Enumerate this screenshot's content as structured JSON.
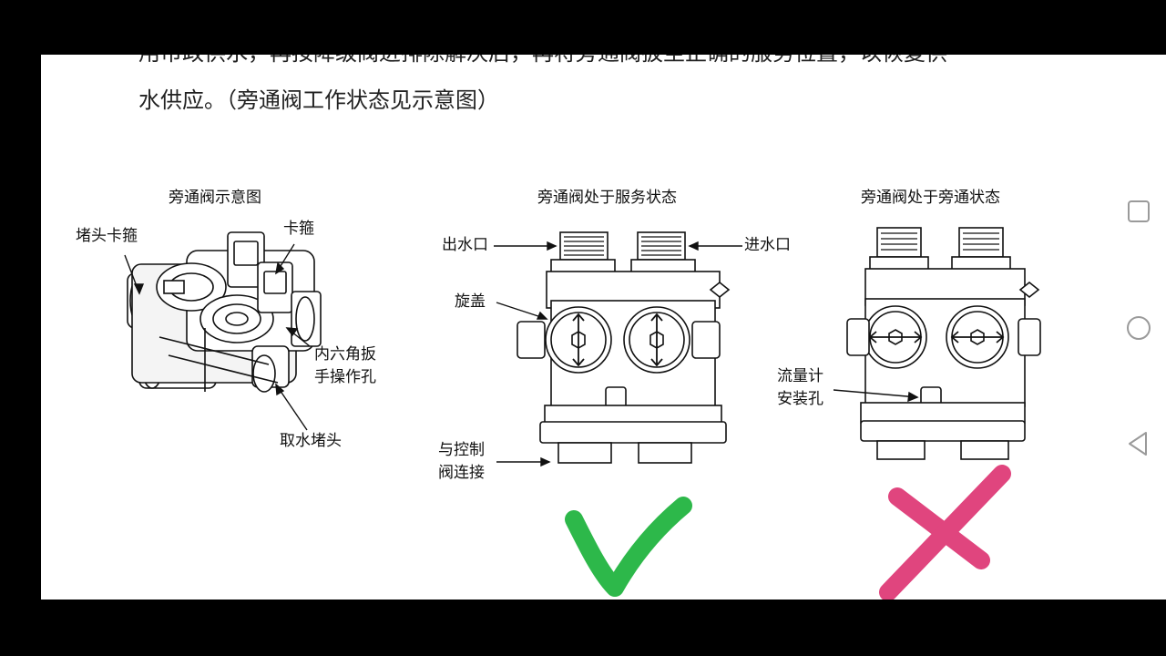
{
  "document": {
    "body_line_1": "用市政供水，再按降级阀进排除解决后，再将旁通阀扳至正确的服务位置，以恢复供",
    "body_line_2": "水供应。（旁通阀工作状态见示意图）"
  },
  "figures": {
    "schematic": {
      "title": "旁通阀示意图",
      "labels": {
        "plug_clip": "堵头卡箍",
        "clip": "卡箍",
        "hex_hole_1": "内六角扳",
        "hex_hole_2": "手操作孔",
        "sample_plug": "取水堵头"
      }
    },
    "service": {
      "title": "旁通阀处于服务状态",
      "labels": {
        "outlet": "出水口",
        "inlet": "进水口",
        "knob": "旋盖",
        "control_1": "与控制",
        "control_2": "阀连接"
      },
      "verdict": "correct",
      "verdict_color": "#2db84a"
    },
    "bypass": {
      "title": "旁通阀处于旁通状态",
      "labels": {
        "meter_1": "流量计",
        "meter_2": "安装孔"
      },
      "verdict": "incorrect",
      "verdict_color": "#e0457e"
    }
  },
  "nav": {
    "recents_icon": "square-recents-icon",
    "home_icon": "circle-home-icon",
    "back_icon": "triangle-back-icon"
  }
}
